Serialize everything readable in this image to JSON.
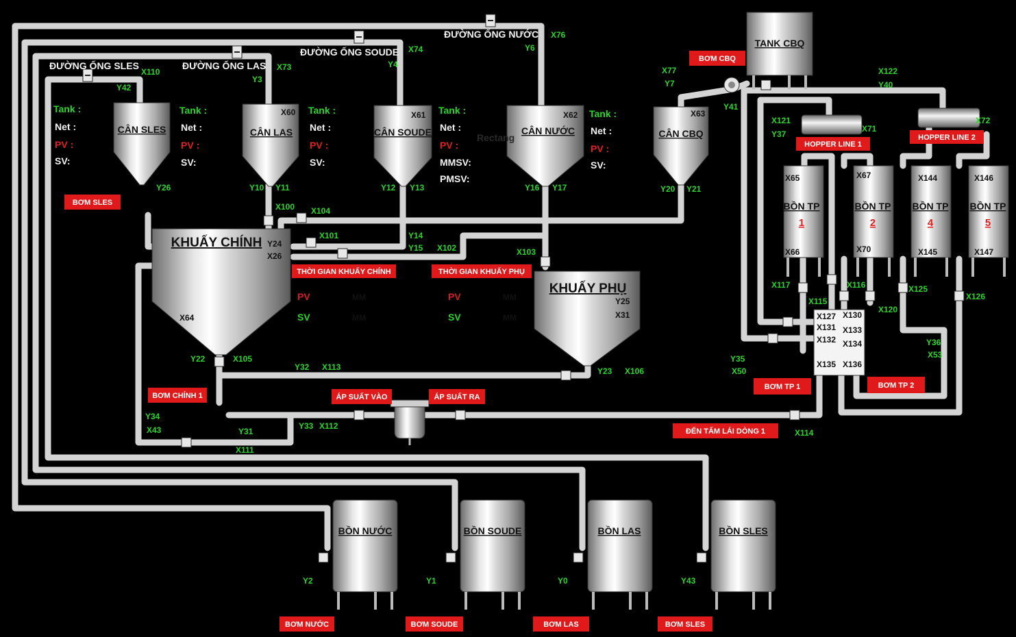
{
  "pipelines": {
    "sles": "ĐƯỜNG ỐNG SLES",
    "las": "ĐƯỜNG ỐNG LAS",
    "soude": "ĐƯỜNG ỐNG SOUDE",
    "water": "ĐƯỜNG ỐNG NƯỚC"
  },
  "tanks": {
    "can_sles": "CÂN SLES",
    "can_las": "CÂN LAS",
    "can_soude": "CÂN SOUDE",
    "can_nuoc": "CÂN NƯỚC",
    "can_cbq": "CÂN CBQ",
    "tank_cbq": "TANK CBQ",
    "khuay_chinh": "KHUẤY CHÍNH",
    "khuay_phu": "KHUẤY PHỤ",
    "bon_nuoc": "BỒN NƯỚC",
    "bon_soude": "BỒN SOUDE",
    "bon_las": "BỒN LAS",
    "bon_sles": "BỒN SLES",
    "bon_tp": "BỒN TP",
    "tp_numbers": [
      "1",
      "2",
      "4",
      "5"
    ]
  },
  "readouts": {
    "tank": "Tank :",
    "net": "Net :",
    "pv": "PV :",
    "sv": "SV:",
    "mmsv": "MMSV:",
    "pmsv": "PMSV:",
    "pv_short": "PV",
    "sv_short": "SV",
    "mm": "MM"
  },
  "buttons": {
    "bom_sles": "BƠM SLES",
    "bom_cbq": "BƠM CBQ",
    "hopper_line1": "HOPPER LINE 1",
    "hopper_line2": "HOPPER LINE 2",
    "time_main": "THỜI GIAN KHUẤY CHÍNH",
    "time_sub": "THỜI GIAN KHUẤY PHỤ",
    "bom_chinh1": "BƠM CHÍNH 1",
    "ap_suat_vao": "ÁP SUẤT VÀO",
    "ap_suat_ra": "ÁP SUẤT RA",
    "bom_tp1": "BƠM TP 1",
    "bom_tp2": "BƠM TP 2",
    "den_tam": "ĐẾN TẤM LÁI DÒNG 1",
    "bom_nuoc": "BƠM NƯỚC",
    "bom_soude": "BƠM SOUDE",
    "bom_las": "BƠM LAS",
    "bom_sles_bottom": "BƠM SLES"
  },
  "faint_text": "Rectang",
  "signals": {
    "x110": "X110",
    "y42": "Y42",
    "x73": "X73",
    "y3": "Y3",
    "x74": "X74",
    "y4": "Y4",
    "x76": "X76",
    "y6": "Y6",
    "x60": "X60",
    "x61": "X61",
    "x62": "X62",
    "x63": "X63",
    "y26": "Y26",
    "y10": "Y10",
    "y11": "Y11",
    "y12": "Y12",
    "y13": "Y13",
    "y16": "Y16",
    "y17": "Y17",
    "y20": "Y20",
    "y21": "Y21",
    "x77": "X77",
    "y7": "Y7",
    "y41": "Y41",
    "x122": "X122",
    "y40": "Y40",
    "x121": "X121",
    "y37": "Y37",
    "x71": "X71",
    "x72": "X72",
    "x100": "X100",
    "x104": "X104",
    "y24": "Y24",
    "x26": "X26",
    "x101": "X101",
    "y14": "Y14",
    "y15": "Y15",
    "x102": "X102",
    "x103": "X103",
    "y25": "Y25",
    "x31": "X31",
    "x64": "X64",
    "y22": "Y22",
    "x105": "X105",
    "y32": "Y32",
    "x113": "X113",
    "y23": "Y23",
    "x106": "X106",
    "y34": "Y34",
    "x43": "X43",
    "y31": "Y31",
    "y33": "Y33",
    "x112": "X112",
    "x111": "X111",
    "x114": "X114",
    "x65": "X65",
    "x66": "X66",
    "x67": "X67",
    "x70": "X70",
    "x144": "X144",
    "x145": "X145",
    "x146": "X146",
    "x147": "X147",
    "x117": "X117",
    "x115": "X115",
    "x116": "X116",
    "x120": "X120",
    "x125": "X125",
    "x126": "X126",
    "x127": "X127",
    "x130": "X130",
    "x131": "X131",
    "x133": "X133",
    "x132": "X132",
    "x134": "X134",
    "x135": "X135",
    "x136": "X136",
    "y35": "Y35",
    "x50": "X50",
    "y36": "Y36",
    "x53": "X53",
    "y2": "Y2",
    "y1": "Y1",
    "y0": "Y0",
    "y43": "Y43"
  },
  "colors": {
    "background": "#000000",
    "label_green": "#2bd62b",
    "alarm_red": "#e01a1a",
    "pipe": "#d4d4d4"
  }
}
